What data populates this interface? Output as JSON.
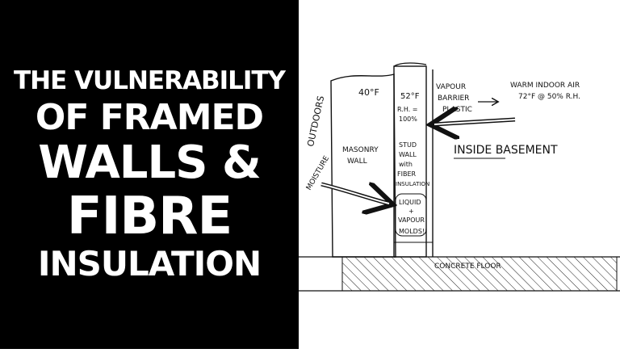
{
  "title_lines": [
    "THE VULNERABILITY",
    "OF FRAMED",
    "WALLS &",
    "FIBRE",
    "INSULATION"
  ],
  "sketch": {
    "outdoors": "OUTDOORS",
    "moisture": "MOISTURE",
    "temp_40": "40°F",
    "masonry_wall": [
      "MASONRY",
      "WALL"
    ],
    "temp_52": [
      "52°F",
      "R.H. =",
      "100%"
    ],
    "vapour_barrier": [
      "VAPOUR",
      "BARRIER",
      "PLASTIC"
    ],
    "warm_air": [
      "WARM INDOOR AIR",
      "72°F @ 50% R.H."
    ],
    "inside_basement": "INSIDE BASEMENT",
    "stud_wall": [
      "STUD",
      "WALL",
      "with",
      "FIBER",
      "INSULATION"
    ],
    "liquid_vapour": [
      "LIQUID",
      "+",
      "VAPOUR",
      "MOLDS!!"
    ],
    "concrete_floor": "CONCRETE FLOOR"
  }
}
